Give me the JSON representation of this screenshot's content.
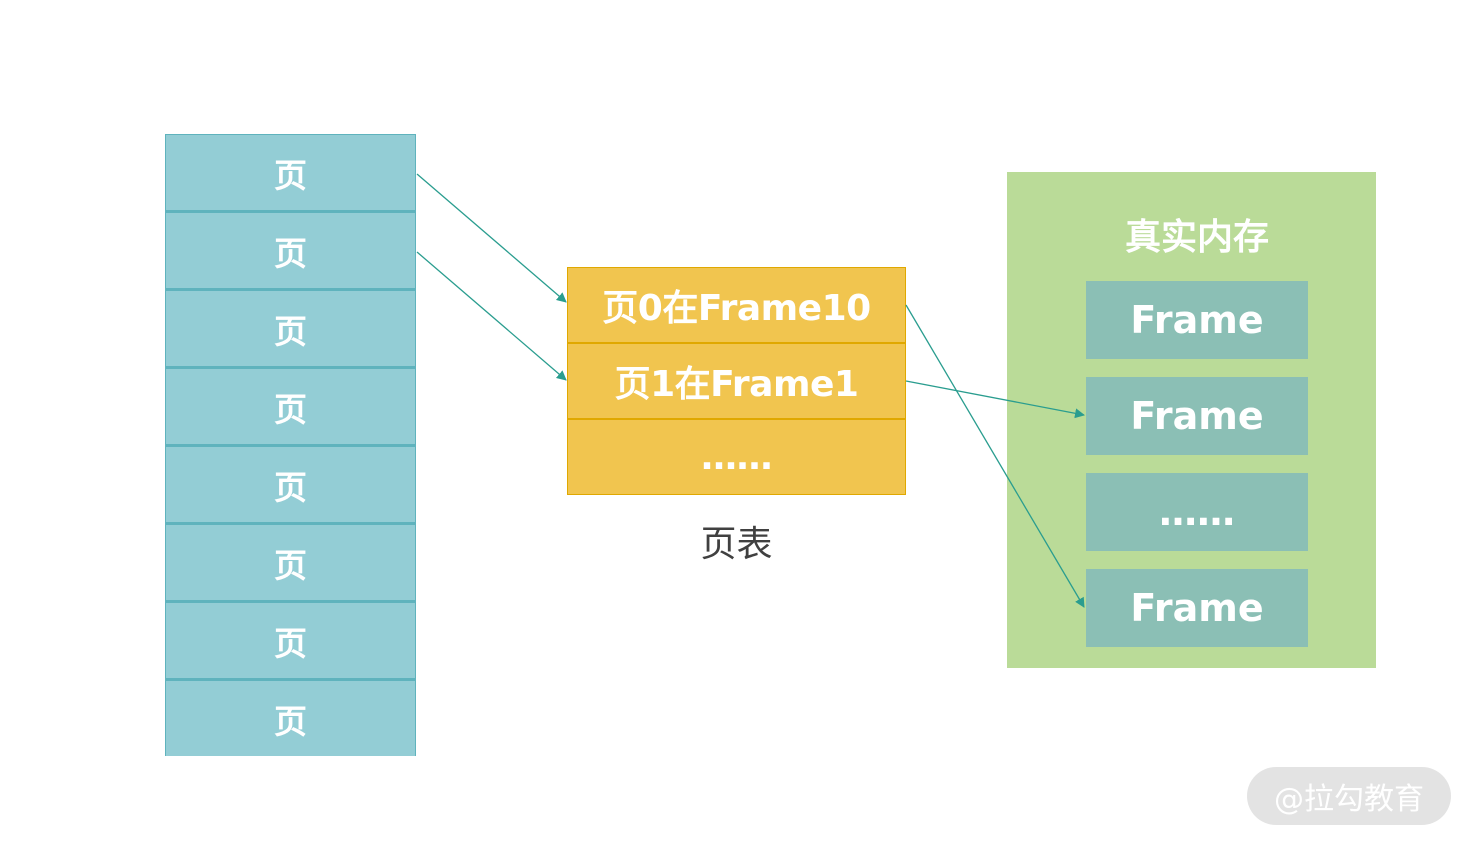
{
  "virtual_pages": {
    "cells": [
      "页",
      "页",
      "页",
      "页",
      "页",
      "页",
      "页",
      "页"
    ]
  },
  "page_table": {
    "rows": [
      "页0在Frame10",
      "页1在Frame1",
      "……"
    ],
    "caption": "页表"
  },
  "real_memory": {
    "title": "真实内存",
    "frames": [
      "Frame",
      "Frame",
      "……",
      "Frame"
    ]
  },
  "watermark": "@拉勾教育",
  "colors": {
    "page_fill": "#93cdd5",
    "page_table_fill": "#f1c54f",
    "memory_fill": "#badb98",
    "frame_fill": "#8bbfb5",
    "arrow": "#2a9d8f"
  }
}
